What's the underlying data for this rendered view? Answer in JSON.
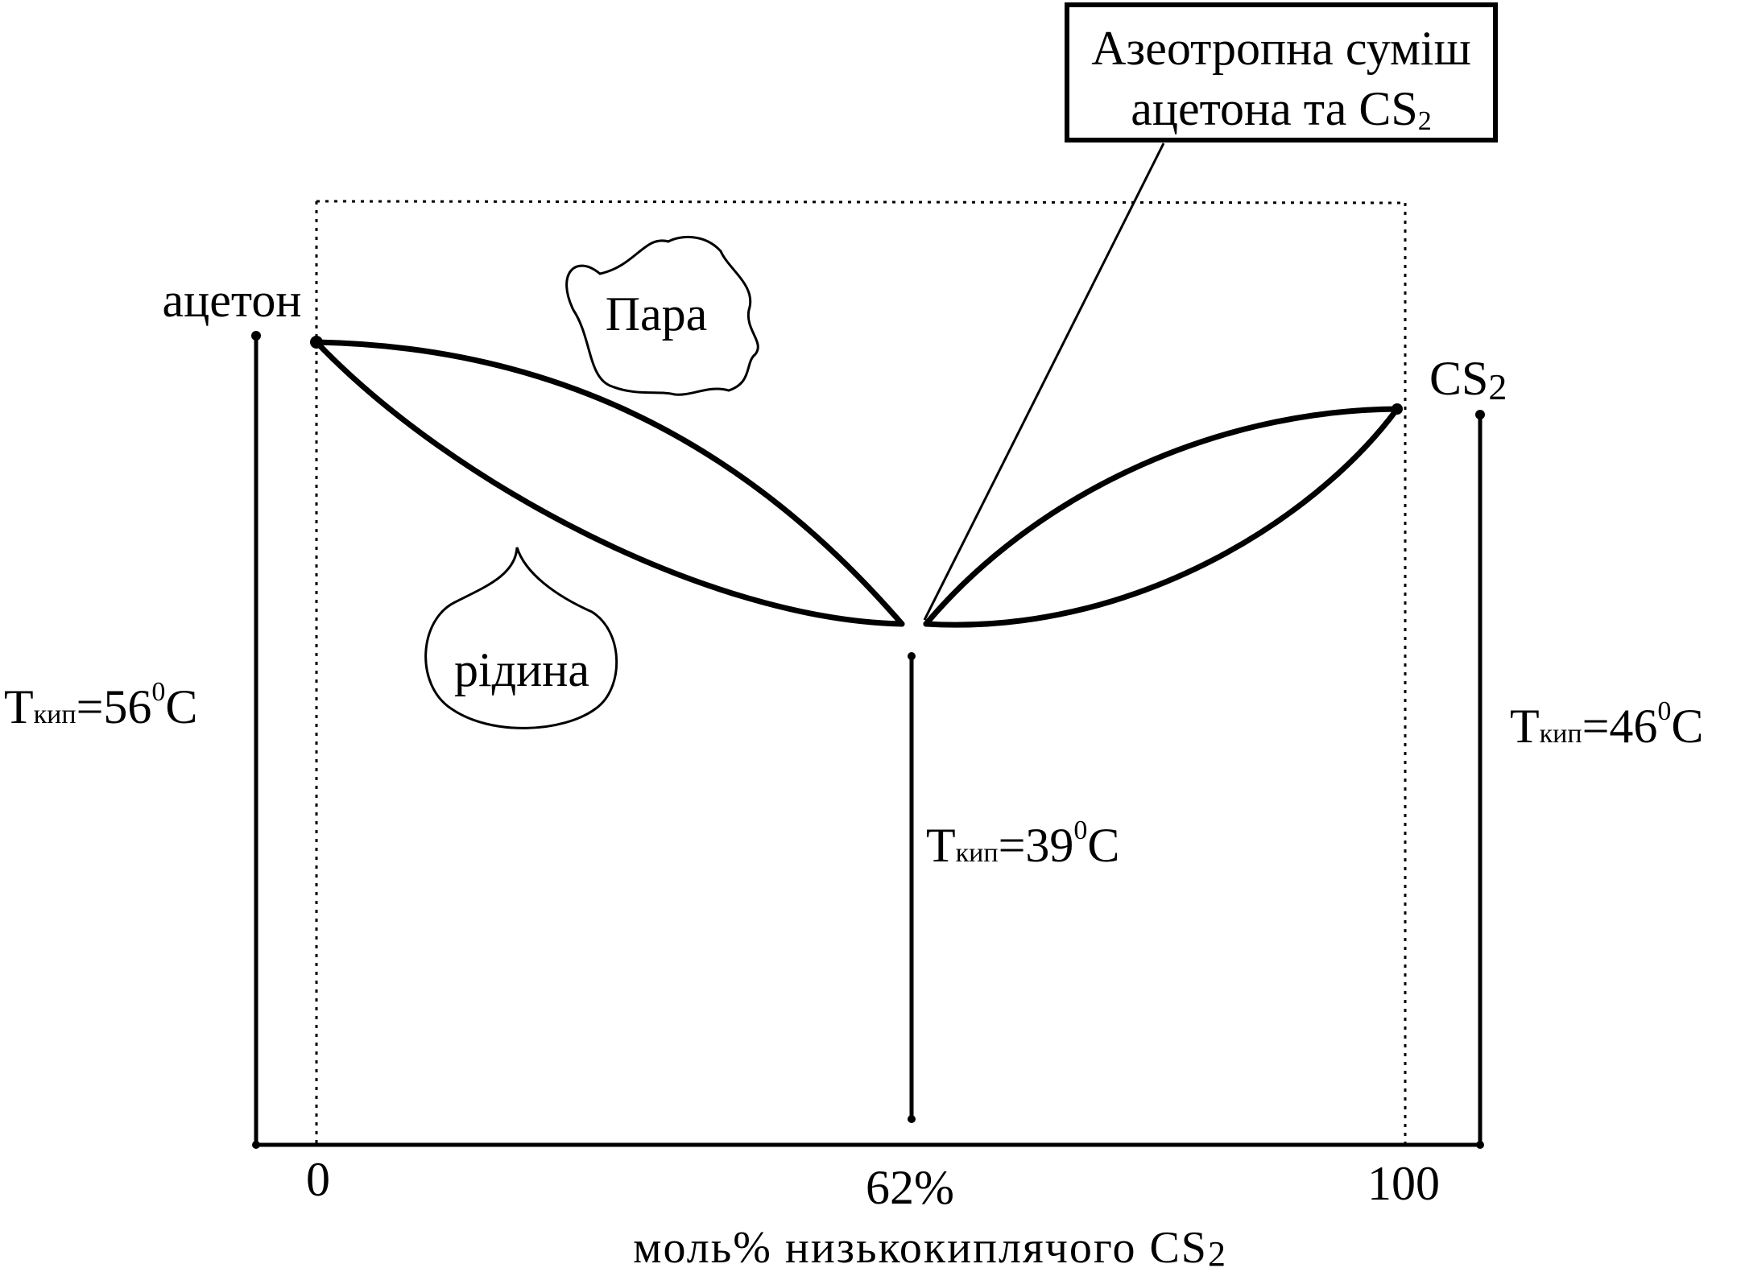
{
  "diagram": {
    "acetone_label": "ацетон",
    "cs2_label": "CS",
    "cs2_subscript": "2",
    "vapor_label": "Пара",
    "liquid_label": "рідина",
    "callout": {
      "line1": "Азеотропна суміш",
      "line2": "ацетона та CS",
      "line2_subscript": "2"
    },
    "t_acetone": {
      "symbol": "Т",
      "subscript": "кип",
      "value": "=56",
      "degree": "0",
      "unit": "C"
    },
    "t_azeotrope": {
      "symbol": "Т",
      "subscript": "кип",
      "value": "=39",
      "degree": "0",
      "unit": "C"
    },
    "t_cs2": {
      "symbol": "Т",
      "subscript": "кип",
      "value": "=46",
      "degree": "0",
      "unit": "C"
    },
    "x_ticks": [
      "0",
      "62%",
      "100"
    ],
    "x_axis_label": "моль% низькокиплячого CS",
    "x_axis_label_subscript": "2"
  },
  "colors": {
    "ink": "#000000",
    "background": "#ffffff"
  }
}
